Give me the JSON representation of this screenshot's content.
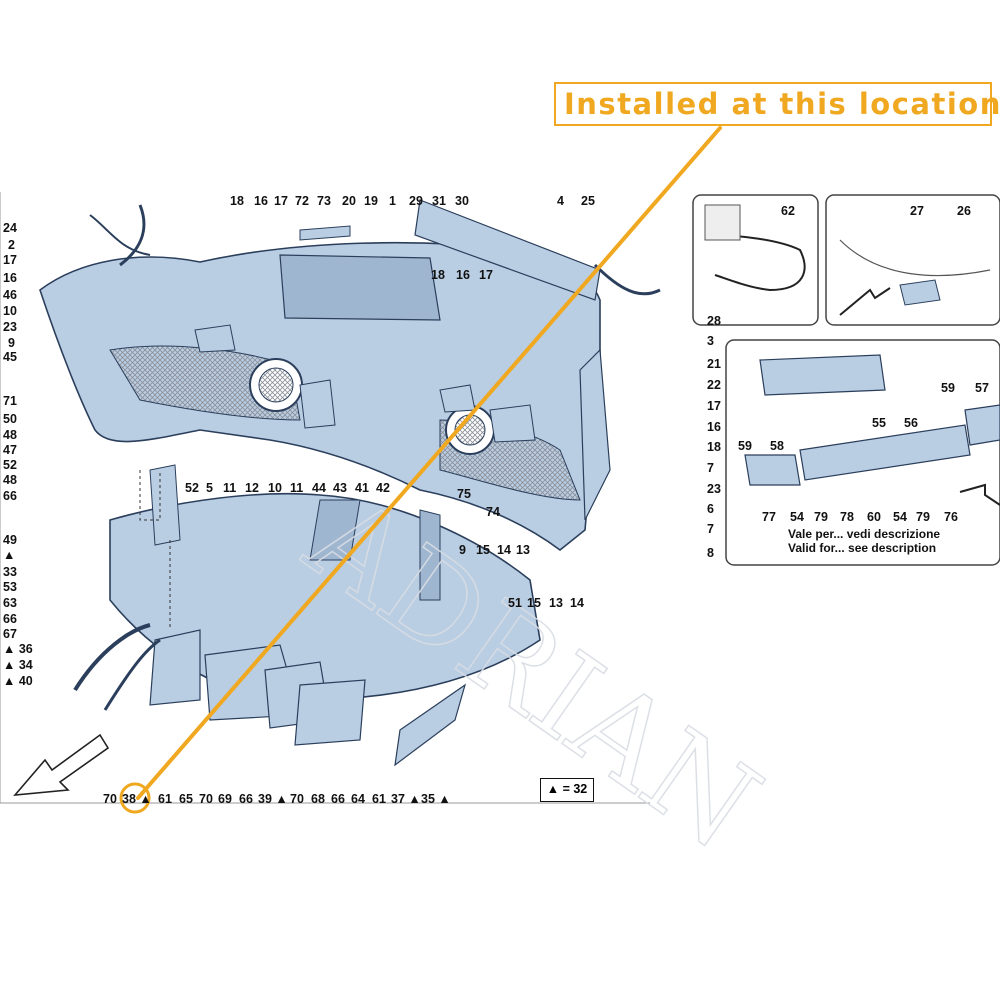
{
  "callout": {
    "text": "Installed at this location"
  },
  "legend": {
    "text": "▲ = 32"
  },
  "notes": {
    "line1": "Vale per... vedi descrizione",
    "line2": "Valid for... see description"
  },
  "colors": {
    "part_fill": "#b9cde3",
    "part_stroke": "#2b3f5c",
    "mesh": "#8a8f98",
    "highlight": "#f0a820",
    "watermark": "#d9dde4"
  },
  "watermark": {
    "text": "ADRIAN"
  },
  "labels": [
    "24",
    "2",
    "17",
    "16",
    "46",
    "10",
    "23",
    "9",
    "45",
    "71",
    "50",
    "48",
    "47",
    "52",
    "48",
    "66",
    "49",
    "▲",
    "33",
    "53",
    "63",
    "66",
    "67",
    "▲ 36",
    "▲ 34",
    "▲ 40",
    "18",
    "16",
    "17",
    "72",
    "73",
    "20",
    "19",
    "1",
    "29",
    "31",
    "30",
    "4",
    "25",
    "18",
    "16",
    "17",
    "52",
    "5",
    "11",
    "12",
    "10",
    "11",
    "44",
    "43",
    "41",
    "42",
    "75",
    "74",
    "9",
    "15",
    "14",
    "13",
    "51",
    "15",
    "13",
    "14",
    "28",
    "3",
    "21",
    "22",
    "17",
    "16",
    "18",
    "7",
    "23",
    "6",
    "7",
    "8",
    "70",
    "38 ▲",
    "61",
    "65",
    "70",
    "69",
    "66",
    "39 ▲",
    "70",
    "68",
    "66",
    "64",
    "61",
    "37 ▲",
    "35 ▲",
    "62",
    "27",
    "26",
    "59",
    "57",
    "59",
    "58",
    "55",
    "56",
    "77",
    "54",
    "79",
    "78",
    "60",
    "54",
    "79",
    "76"
  ]
}
